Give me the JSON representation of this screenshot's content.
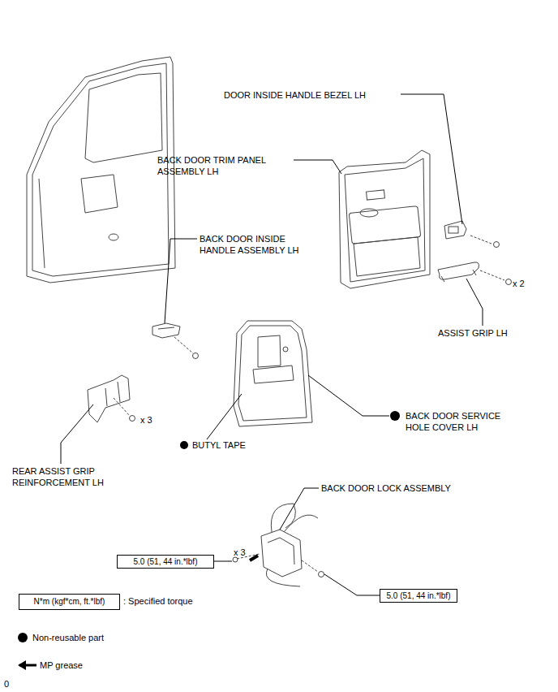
{
  "diagram": {
    "nodes": [
      {
        "text": [
          "5.0 (51, 44 in.*lbf)"
        ]
      },
      {
        "text": [
          "5.0 (51, 44 in.*lbf)"
        ]
      },
      {
        "text": [
          "N*m (kgf*cm, ft.*lbf)"
        ]
      }
    ],
    "labels": [
      "DOOR INSIDE HANDLE BEZEL LH",
      "BACK DOOR TRIM PANEL ASSEMBLY LH",
      "BACK DOOR INSIDE HANDLE ASSEMBLY LH",
      "x 2",
      "ASSIST GRIP LH",
      "x 3",
      "REAR ASSIST GRIP REINFORCEMENT LH",
      "BUTYL TAPE",
      "BACK DOOR SERVICE HOLE COVER LH",
      "BACK DOOR LOCK ASSEMBLY",
      "x 3",
      "0"
    ],
    "legend": [
      {
        "text": ": Specified torque"
      },
      {
        "text": "Non-reusable part"
      },
      {
        "text": "MP grease"
      }
    ]
  }
}
